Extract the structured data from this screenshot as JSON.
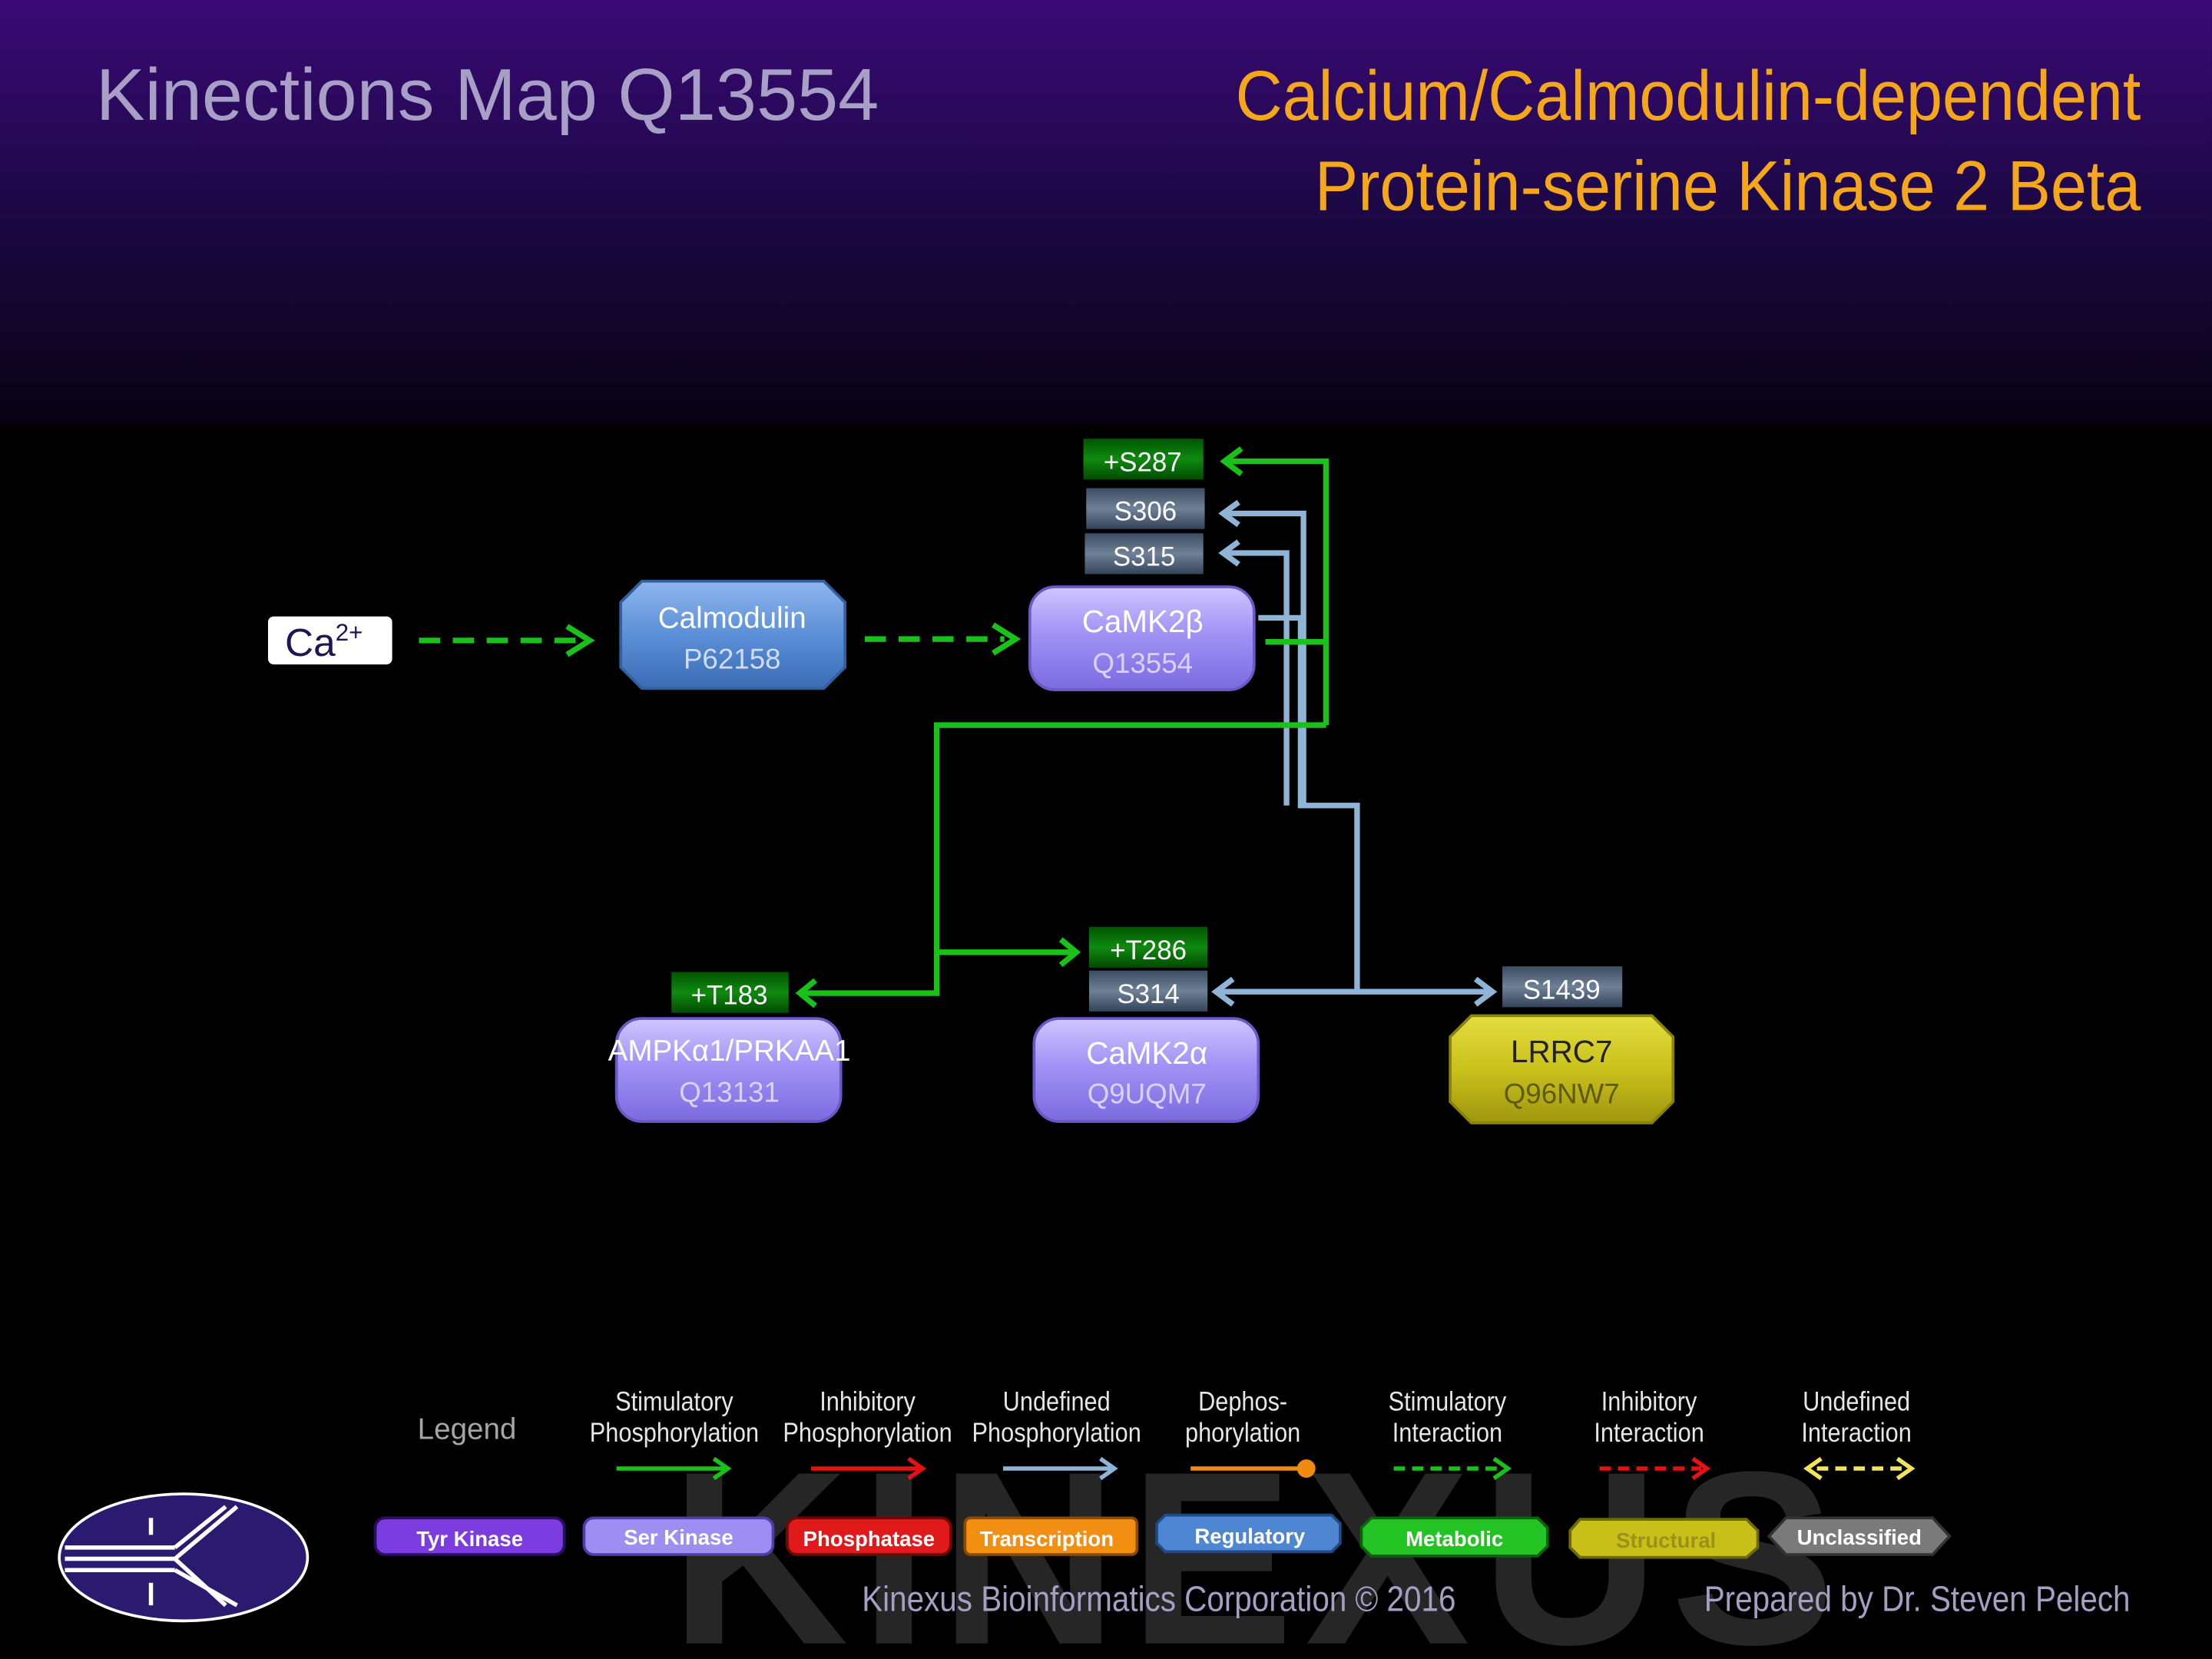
{
  "header": {
    "map_title": "Kinections Map Q13554",
    "protein_title_line1": "Calcium/Calmodulin-dependent",
    "protein_title_line2": "Protein-serine Kinase 2 Beta"
  },
  "nodes": {
    "ca": {
      "name": "Ca",
      "superscript": "2+"
    },
    "calmodulin": {
      "name": "Calmodulin",
      "id": "P62158",
      "category": "Regulatory"
    },
    "camk2b": {
      "name": "CaMK2β",
      "id": "Q13554",
      "category": "Ser Kinase"
    },
    "ampk": {
      "name": "AMPKα1/PRKAA1",
      "id": "Q13131",
      "category": "Ser Kinase"
    },
    "camk2a": {
      "name": "CaMK2α",
      "id": "Q9UQM7",
      "category": "Ser Kinase"
    },
    "lrrc7": {
      "name": "LRRC7",
      "id": "Q96NW7",
      "category": "Structural"
    }
  },
  "sites": {
    "s287": {
      "label": "+S287",
      "type": "stimulatory"
    },
    "s306": {
      "label": "S306",
      "type": "undefined"
    },
    "s315": {
      "label": "S315",
      "type": "undefined"
    },
    "t183": {
      "label": "+T183",
      "type": "stimulatory"
    },
    "t286": {
      "label": "+T286",
      "type": "stimulatory"
    },
    "s314": {
      "label": "S314",
      "type": "undefined"
    },
    "s1439": {
      "label": "S1439",
      "type": "undefined"
    }
  },
  "legend": {
    "label": "Legend",
    "arrows": [
      {
        "line1": "Stimulatory",
        "line2": "Phosphorylation",
        "color": "#19c219",
        "style": "solid-arrow"
      },
      {
        "line1": "Inhibitory",
        "line2": "Phosphorylation",
        "color": "#e81010",
        "style": "solid-arrow"
      },
      {
        "line1": "Undefined",
        "line2": "Phosphorylation",
        "color": "#90b4d6",
        "style": "solid-arrow"
      },
      {
        "line1": "Dephos-",
        "line2": "phorylation",
        "color": "#f08a10",
        "style": "solid-dot"
      },
      {
        "line1": "Stimulatory",
        "line2": "Interaction",
        "color": "#19c219",
        "style": "dashed-arrow"
      },
      {
        "line1": "Inhibitory",
        "line2": "Interaction",
        "color": "#e81010",
        "style": "dashed-arrow"
      },
      {
        "line1": "Undefined",
        "line2": "Interaction",
        "color": "#f2e45a",
        "style": "dashed-double"
      }
    ],
    "categories": [
      {
        "label": "Tyr Kinase",
        "color": "#7b3ce0"
      },
      {
        "label": "Ser Kinase",
        "color": "#9e8ef2"
      },
      {
        "label": "Phosphatase",
        "color": "#e01a1a"
      },
      {
        "label": "Transcription",
        "color": "#f28e12"
      },
      {
        "label": "Regulatory",
        "color": "#4f86d2"
      },
      {
        "label": "Metabolic",
        "color": "#22c322"
      },
      {
        "label": "Structural",
        "color": "#c8c018"
      },
      {
        "label": "Unclassified",
        "color": "#7a7a7a"
      }
    ]
  },
  "footer": {
    "watermark": "KINEXUS",
    "corporation": "Kinexus Bioinformatics Corporation © 2016",
    "prepared_by": "Prepared by Dr. Steven Pelech"
  }
}
